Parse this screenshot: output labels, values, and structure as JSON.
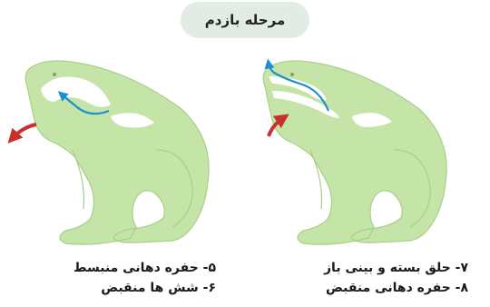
{
  "header": {
    "title": "مرحله بازدم"
  },
  "colors": {
    "frog_fill": "#c5e4a8",
    "frog_stroke": "#a8cf88",
    "cavity": "#ffffff",
    "air_flow": "#1d8fd0",
    "motion_arrow": "#c9302c",
    "title_pill": "#e2ebe4"
  },
  "panels": {
    "left": {
      "steps": [
        "۵- حفره دهانی منبسط",
        "۶- شش ها منقبض"
      ]
    },
    "right": {
      "steps": [
        "۷- حلق بسته و بینی باز",
        "۸- حفره دهانی منقبض"
      ]
    }
  },
  "icons": {
    "air_flow": "arrow-icon",
    "motion": "curved-arrow-icon"
  }
}
